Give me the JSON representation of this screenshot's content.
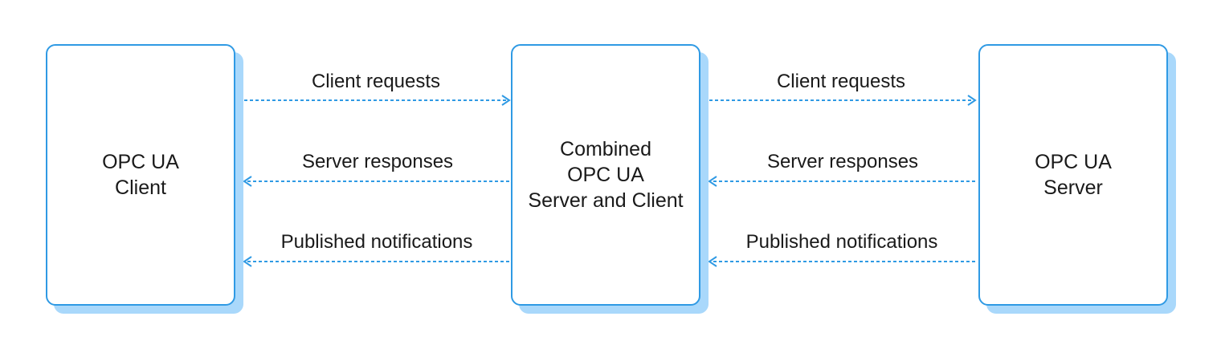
{
  "nodes": {
    "client": {
      "label": "OPC UA\nClient"
    },
    "combined": {
      "label": "Combined\nOPC UA\nServer and Client"
    },
    "server": {
      "label": "OPC UA\nServer"
    }
  },
  "edges": {
    "left": {
      "requests": "Client requests",
      "responses": "Server responses",
      "notifications": "Published notifications"
    },
    "right": {
      "requests": "Client requests",
      "responses": "Server responses",
      "notifications": "Published notifications"
    }
  },
  "colors": {
    "border": "#2f9ae4",
    "shadow": "#a9d8fb",
    "arrow": "#2f9ae4"
  }
}
